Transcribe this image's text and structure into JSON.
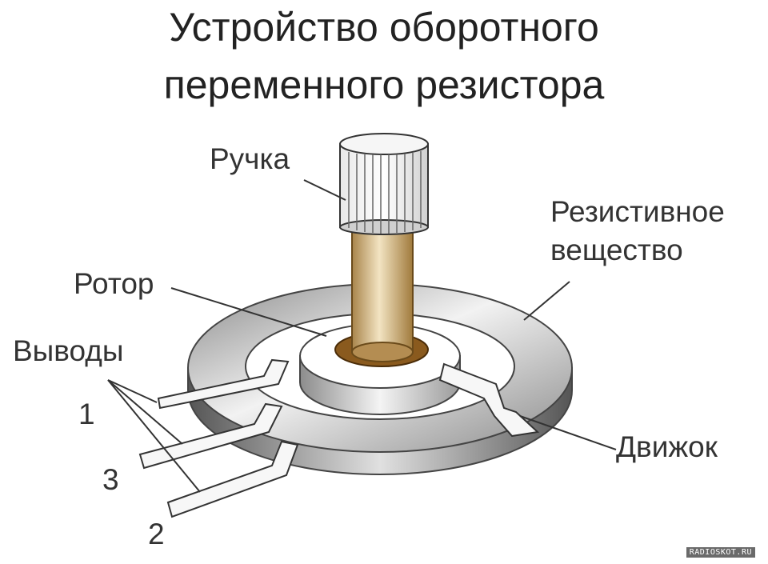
{
  "title": {
    "line1": "Устройство оборотного",
    "line2": "переменного резистора"
  },
  "labels": {
    "handle": "Ручка",
    "resistive_line1": "Резистивное",
    "resistive_line2": "вещество",
    "rotor": "Ротор",
    "terminals": "Выводы",
    "wiper": "Движок"
  },
  "terminal_numbers": [
    "1",
    "3",
    "2"
  ],
  "watermark": "RADIOSKOT.RU",
  "colors": {
    "shaft": "#c9a86a",
    "bushing": "#8a5a1e",
    "ring_light": "#eeeeee",
    "ring_dark": "#6a6a6a",
    "text": "#333333"
  }
}
